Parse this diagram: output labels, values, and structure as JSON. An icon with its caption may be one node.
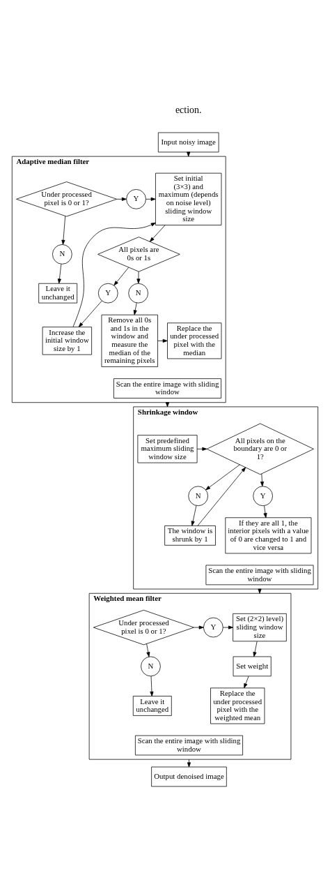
{
  "diagram": {
    "nodes": [
      {
        "text": [
          "Input noisy image"
        ]
      },
      {
        "text": [
          "Adaptive median filter"
        ]
      },
      {
        "text": [
          "Set initial (3×3) and maximum (depends on noise level) sliding window size"
        ],
        "in": 1
      },
      {
        "text": [
          "Y"
        ],
        "in": 1
      },
      {
        "text": [
          "Under processed pixel is 0 or 1?"
        ],
        "in": 1
      },
      {
        "text": [
          "N"
        ],
        "in": 1
      },
      {
        "text": [
          "Leave it unchanged"
        ],
        "in": 1
      },
      {
        "text": [
          "Increase the initial window size by 1"
        ],
        "in": 1
      },
      {
        "text": [
          "All pixels are 0s or 1s"
        ],
        "in": 1
      },
      {
        "text": [
          "Y"
        ],
        "in": 1
      },
      {
        "text": [
          "N"
        ],
        "in": 1
      },
      {
        "text": [
          "Remove all 0s and 1s in the window and measure the median of the remaining pixels"
        ],
        "in": 1
      },
      {
        "text": [
          "Replace the under processed pixel with the median"
        ],
        "in": 1
      },
      {
        "text": [
          "Scan the entire image with sliding window"
        ],
        "in": 1
      },
      {
        "text": [
          "Shrinkage window"
        ]
      },
      {
        "text": [
          "Set predefined maximum sliding window size"
        ],
        "in": 14
      },
      {
        "text": [
          "All pixels on the boundary are 0 or 1?"
        ],
        "in": 14
      },
      {
        "text": [
          "N"
        ],
        "in": 14
      },
      {
        "text": [
          "The window is shrunk by 1"
        ],
        "in": 14
      },
      {
        "text": [
          "Y"
        ],
        "in": 14
      },
      {
        "text": [
          "If they are all 1, the interior pixels with a value of 0 are changed to 1 and vice versa"
        ],
        "in": 14
      },
      {
        "text": [
          "Scan the entire image with sliding window"
        ],
        "in": 14
      },
      {
        "text": [
          "Weighted mean filter"
        ]
      },
      {
        "text": [
          "Set (2×2) level) sliding window size"
        ],
        "in": 22
      },
      {
        "text": [
          "Y"
        ],
        "in": 22
      },
      {
        "text": [
          "Under processed pixel is 0 or 1?"
        ],
        "in": 22
      },
      {
        "text": [
          "N"
        ],
        "in": 22
      },
      {
        "text": [
          "Leave it unchanged"
        ],
        "in": 22
      },
      {
        "text": [
          "Set weight"
        ],
        "in": 22
      },
      {
        "text": [
          "Replace the under processed pixel with the weighted mean"
        ],
        "in": 22
      },
      {
        "text": [
          "Scan the entire image with sliding window"
        ],
        "in": 22
      },
      {
        "text": [
          "Output denoised image"
        ]
      }
    ],
    "edges": [
      {
        "from": 0,
        "to": 1,
        "arrow": "to"
      },
      {
        "from": 4,
        "to": 3,
        "arrow": "to"
      },
      {
        "from": 3,
        "to": 2,
        "arrow": "to"
      },
      {
        "from": 4,
        "to": 5,
        "arrow": "to"
      },
      {
        "from": 5,
        "to": 6,
        "arrow": "to"
      },
      {
        "from": 2,
        "to": 8,
        "arrow": "to"
      },
      {
        "from": 8,
        "to": 9,
        "arrow": "to"
      },
      {
        "from": 9,
        "to": 7,
        "arrow": "to"
      },
      {
        "from": 7,
        "to": 2,
        "arrow": "to"
      },
      {
        "from": 8,
        "to": 10,
        "arrow": "to"
      },
      {
        "from": 10,
        "to": 11,
        "arrow": "to"
      },
      {
        "from": 11,
        "to": 12,
        "arrow": "to"
      },
      {
        "from": 1,
        "to": 14,
        "arrow": "to"
      },
      {
        "from": 15,
        "to": 16,
        "arrow": "to"
      },
      {
        "from": 16,
        "to": 17,
        "arrow": "to"
      },
      {
        "from": 17,
        "to": 18,
        "arrow": "to"
      },
      {
        "from": 18,
        "to": 16,
        "arrow": "to"
      },
      {
        "from": 16,
        "to": 19,
        "arrow": "to"
      },
      {
        "from": 19,
        "to": 20,
        "arrow": "to"
      },
      {
        "from": 14,
        "to": 22,
        "arrow": "to"
      },
      {
        "from": 25,
        "to": 24,
        "arrow": "to"
      },
      {
        "from": 24,
        "to": 23,
        "arrow": "to"
      },
      {
        "from": 23,
        "to": 28,
        "arrow": "to"
      },
      {
        "from": 28,
        "to": 29,
        "arrow": "to"
      },
      {
        "from": 25,
        "to": 26,
        "arrow": "to"
      },
      {
        "from": 26,
        "to": 27,
        "arrow": "to"
      },
      {
        "from": 22,
        "to": 31,
        "arrow": "to"
      }
    ],
    "labels": [
      "ection."
    ]
  }
}
